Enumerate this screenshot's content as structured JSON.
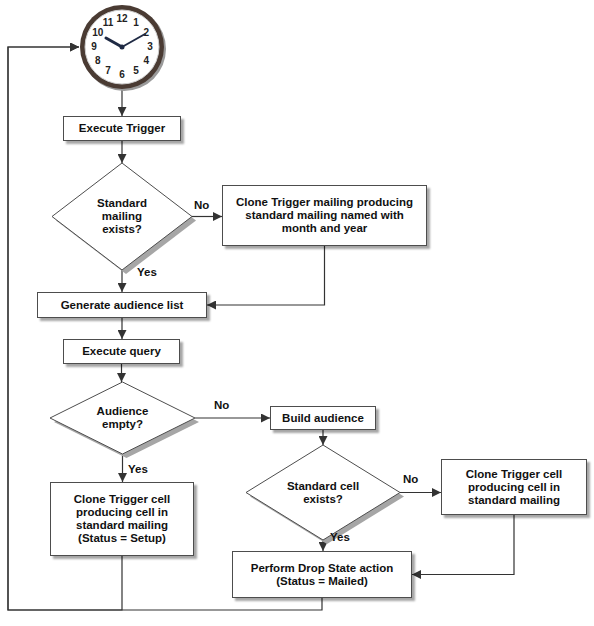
{
  "diagram": {
    "nodes": [
      {
        "text": [
          "12",
          "1",
          "2",
          "3",
          "4",
          "5",
          "6",
          "7",
          "8",
          "9",
          "10",
          "11"
        ]
      },
      {
        "text": [
          "Execute Trigger"
        ]
      },
      {
        "text": [
          "Standard mailing exists?"
        ]
      },
      {
        "text": [
          "Clone Trigger mailing producing standard mailing named with month and year"
        ]
      },
      {
        "text": [
          "Generate audience list"
        ]
      },
      {
        "text": [
          "Execute query"
        ]
      },
      {
        "text": [
          "Audience empty?"
        ]
      },
      {
        "text": [
          "Build audience"
        ]
      },
      {
        "text": [
          "Clone Trigger cell producing cell in standard mailing (Status = Setup)"
        ]
      },
      {
        "text": [
          "Standard cell exists?"
        ]
      },
      {
        "text": [
          "Clone Trigger cell producing cell in standard mailing"
        ]
      },
      {
        "text": [
          "Perform Drop State action (Status = Mailed)"
        ]
      }
    ],
    "edges": [
      {
        "from": 0,
        "to": 1,
        "arrow": "to"
      },
      {
        "from": 1,
        "to": 2,
        "arrow": "to"
      },
      {
        "from": 2,
        "to": 3,
        "label": "No",
        "arrow": "to"
      },
      {
        "from": 2,
        "to": 4,
        "label": "Yes",
        "arrow": "to"
      },
      {
        "from": 3,
        "to": 4,
        "arrow": "to"
      },
      {
        "from": 4,
        "to": 5,
        "arrow": "to"
      },
      {
        "from": 5,
        "to": 6,
        "arrow": "to"
      },
      {
        "from": 6,
        "to": 7,
        "label": "No",
        "arrow": "to"
      },
      {
        "from": 6,
        "to": 8,
        "label": "Yes",
        "arrow": "to"
      },
      {
        "from": 7,
        "to": 9,
        "arrow": "to"
      },
      {
        "from": 9,
        "to": 10,
        "label": "No",
        "arrow": "to"
      },
      {
        "from": 9,
        "to": 11,
        "label": "Yes",
        "arrow": "to"
      },
      {
        "from": 10,
        "to": 11,
        "arrow": "to"
      },
      {
        "from": 8,
        "to": 0,
        "arrow": "to"
      },
      {
        "from": 11,
        "to": 0,
        "arrow": "to"
      }
    ]
  }
}
